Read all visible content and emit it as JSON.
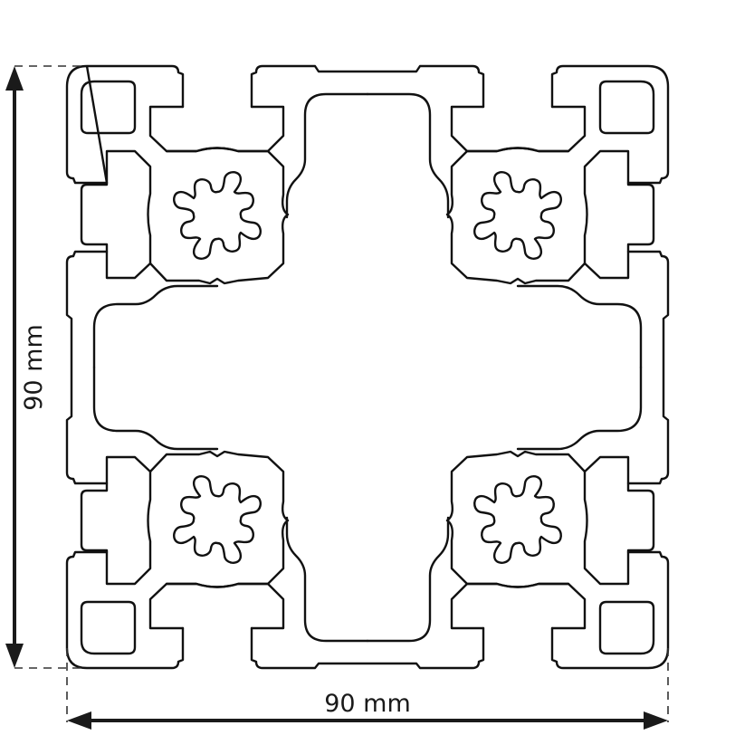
{
  "drawing": {
    "subject": "Aluminium profile cross-section 90x90",
    "stroke_color": "#111111",
    "background": "#ffffff"
  },
  "dimensions": {
    "height_label": "90 mm",
    "width_label": "90 mm"
  }
}
